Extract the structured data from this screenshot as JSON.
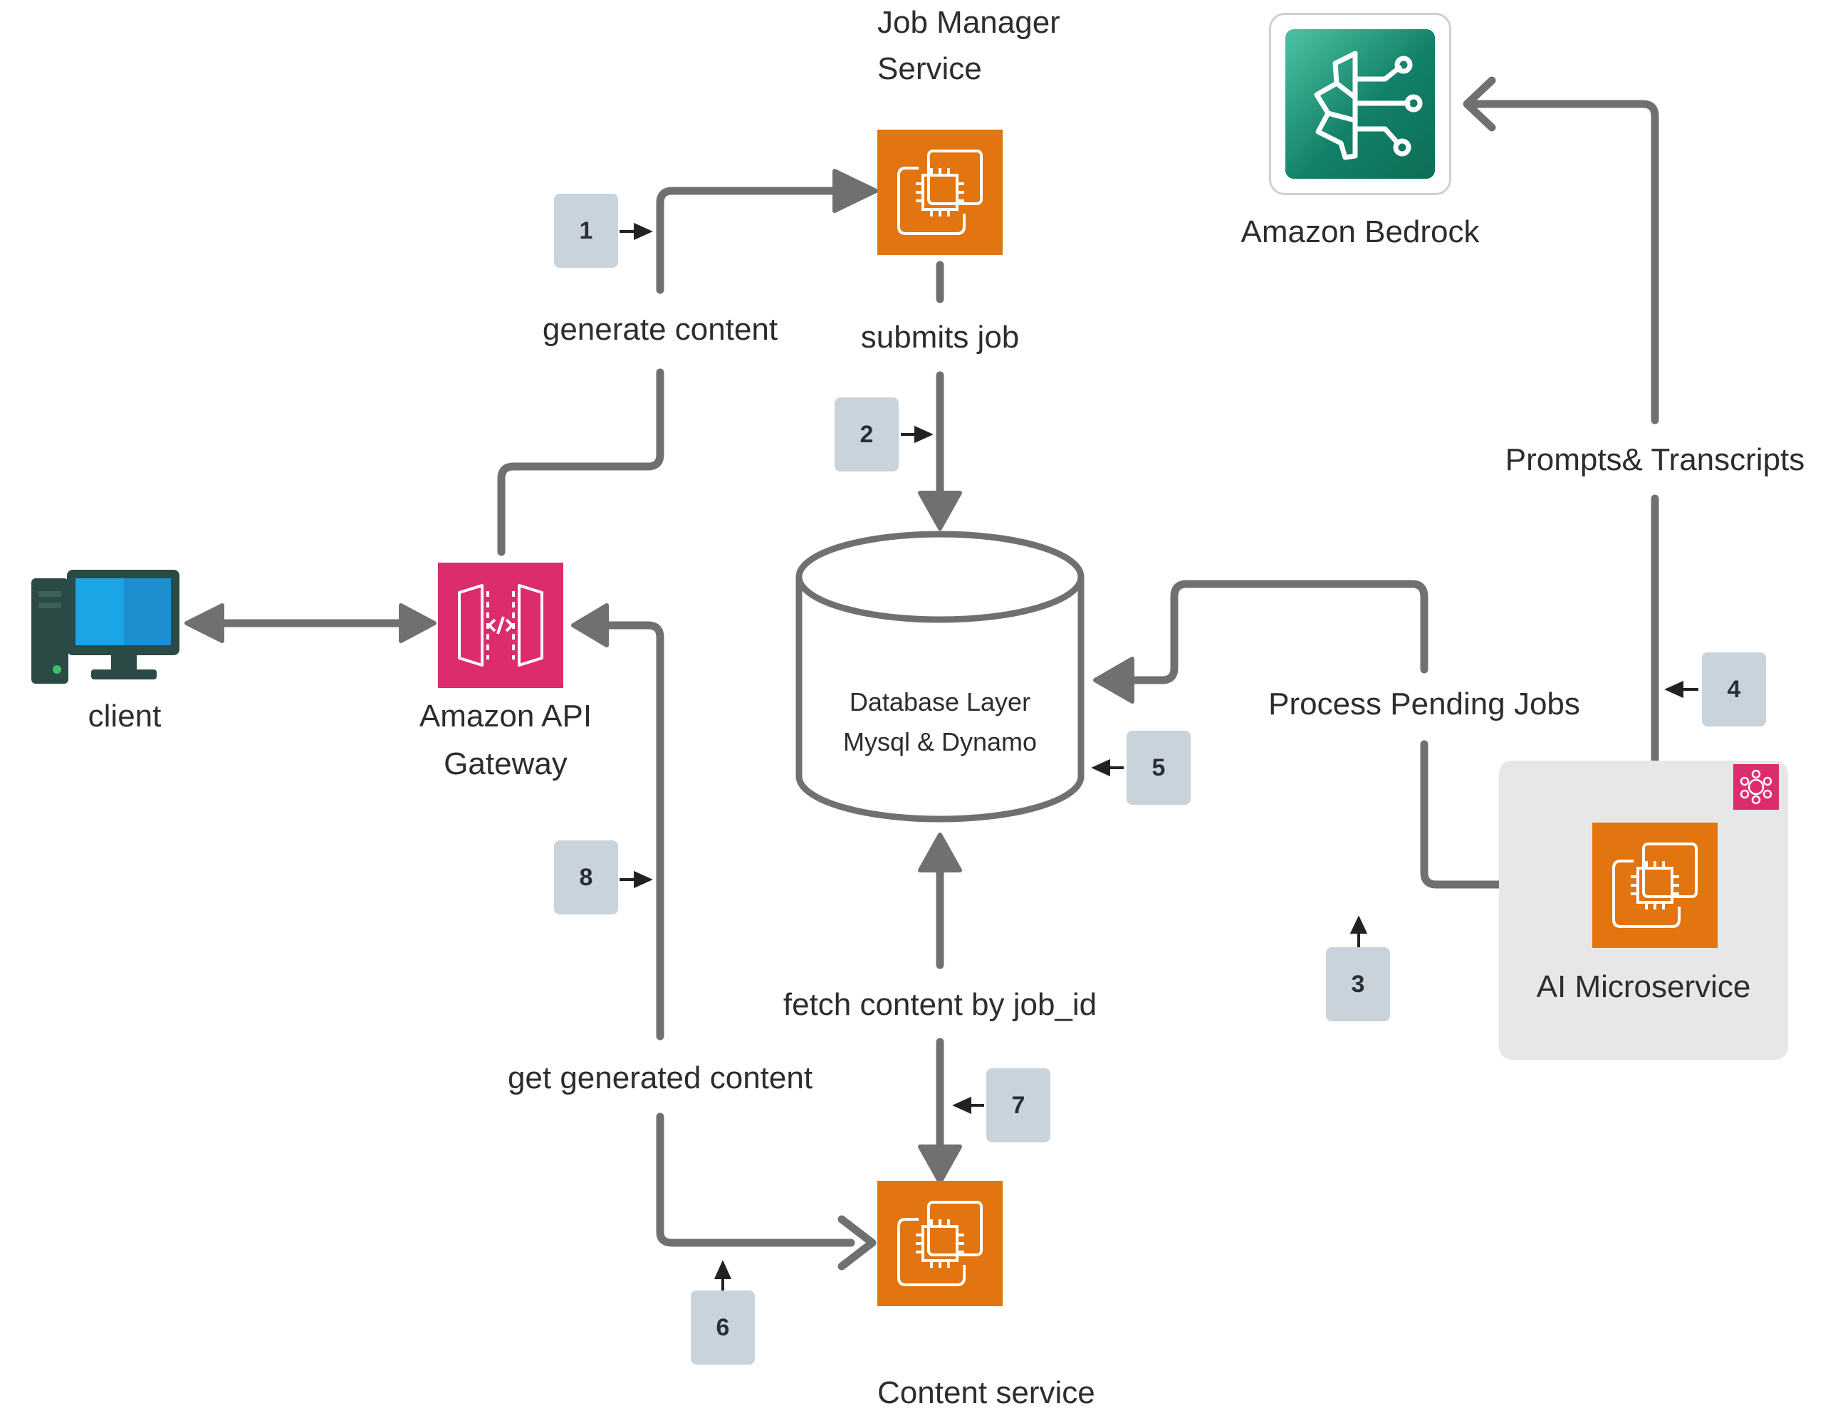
{
  "nodes": {
    "client": {
      "label": "client",
      "icon": "desktop-computer-icon"
    },
    "api_gateway": {
      "label_line1": "Amazon API",
      "label_line2": "Gateway",
      "icon": "api-gateway-icon",
      "color": "#DD2C6D"
    },
    "job_manager": {
      "label_line1": "Job Manager",
      "label_line2": "Service",
      "icon": "ec2-instances-icon",
      "color": "#E2750F"
    },
    "database": {
      "label_line1": "Database Layer",
      "label_line2": "Mysql & Dynamo",
      "icon": "database-cylinder-icon"
    },
    "bedrock": {
      "label": "Amazon Bedrock",
      "icon": "bedrock-brain-icon",
      "color": "#128068"
    },
    "ai_microservice": {
      "label": "AI Microservice",
      "icon": "ec2-instances-icon",
      "color": "#E2750F",
      "group_icon": "eks-cluster-icon"
    },
    "content_service": {
      "label": "Content service",
      "icon": "ec2-instances-icon",
      "color": "#E2750F"
    }
  },
  "edges": {
    "generate_content": "generate content",
    "submits_job": "submits job",
    "prompts_transcripts": "Prompts& Transcripts",
    "process_pending_jobs": "Process Pending Jobs",
    "fetch_content": "fetch content by job_id",
    "get_generated_content": "get generated content"
  },
  "steps": [
    "1",
    "2",
    "3",
    "4",
    "5",
    "6",
    "7",
    "8"
  ],
  "colors": {
    "arrow": "#707070",
    "badge": "#C9D3DC",
    "ai_zone": "#E7E7E7"
  }
}
